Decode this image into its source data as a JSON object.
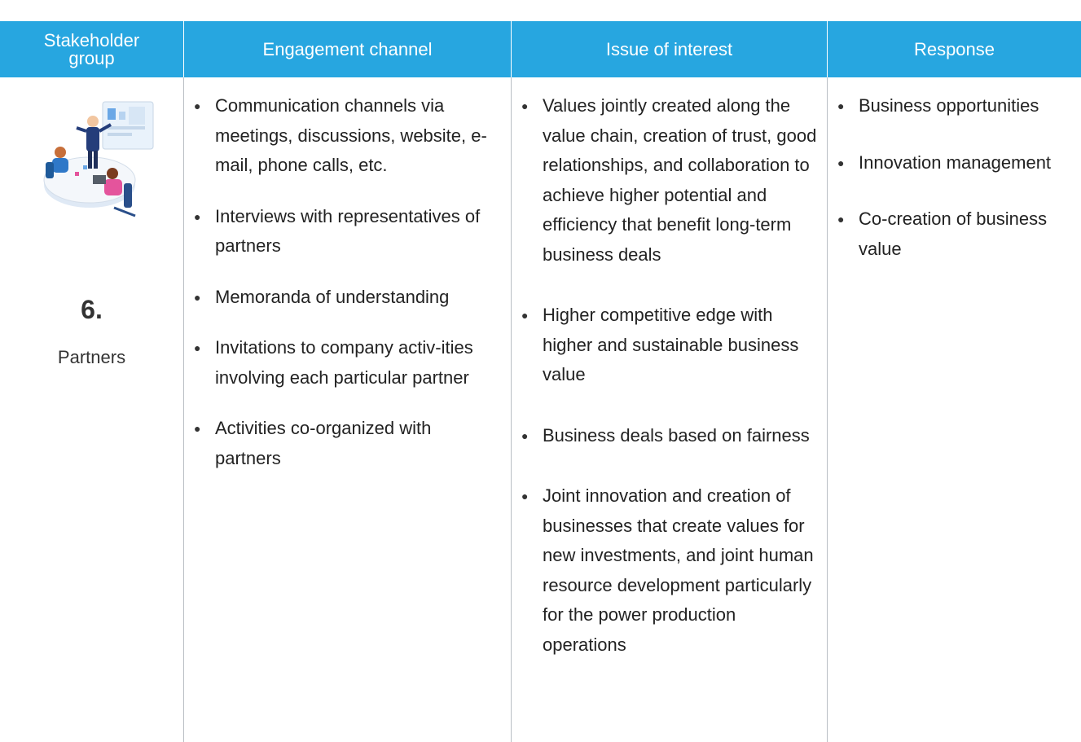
{
  "header": {
    "col1": "Stakeholder\ngroup",
    "col2": "Engagement channel",
    "col3": "Issue of interest",
    "col4": "Response"
  },
  "stakeholder": {
    "number": "6.",
    "name": "Partners",
    "illustration": "meeting-illustration-icon"
  },
  "engagement_channels": [
    "Communication channels via meetings, discussions, website, e-mail, phone calls, etc.",
    "Interviews with representatives of partners",
    "Memoranda of understanding",
    "Invitations to company activ-ities involving each particular partner",
    "Activities co-organized with partners"
  ],
  "issues": [
    "Values jointly created along the value chain, creation of trust, good relationships, and collaboration to achieve higher potential and efficiency that benefit long-term business deals",
    "Higher competitive edge with higher and sustainable business value",
    "Business deals based on fairness",
    "Joint innovation and creation of businesses that create values for new investments, and joint human resource development particularly for the power production operations"
  ],
  "responses": [
    "Business opportunities",
    "Innovation management",
    "Co-creation of business value"
  ],
  "colors": {
    "header_bg": "#27a6e0",
    "header_text": "#ffffff",
    "divider": "#b9bec4"
  }
}
